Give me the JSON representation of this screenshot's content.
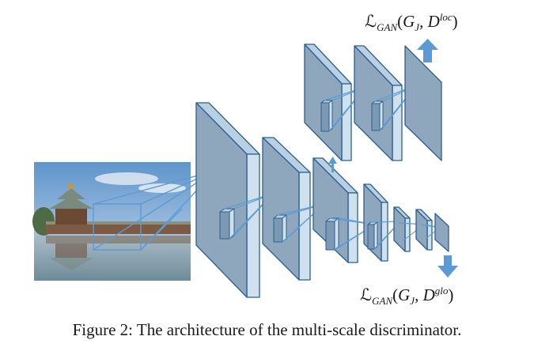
{
  "loss_local": {
    "script_l": "ℒ",
    "subscript": "GAN",
    "open": "(",
    "g": "G",
    "g_sub": "J",
    "comma": ", ",
    "d": "D",
    "d_sup": "loc",
    "close": ")"
  },
  "loss_global": {
    "script_l": "ℒ",
    "subscript": "GAN",
    "open": "(",
    "g": "G",
    "g_sub": "J",
    "comma": ", ",
    "d": "D",
    "d_sup": "glo",
    "close": ")"
  },
  "caption": "Figure 2: The architecture of the multi-scale discriminator.",
  "colors": {
    "layer_front": "#8fa7bd",
    "layer_side": "#cfe0ef",
    "layer_top": "#b9cfe2",
    "layer_stroke": "#2e5f8f",
    "proj_line": "#5b9bd5",
    "arrow": "#5b9bd5",
    "sky_top": "#5f94cc",
    "sky_bottom": "#cbdcea",
    "water": "#8fa7b5",
    "building": "#6b4a33",
    "roof": "#7a8a7e"
  }
}
